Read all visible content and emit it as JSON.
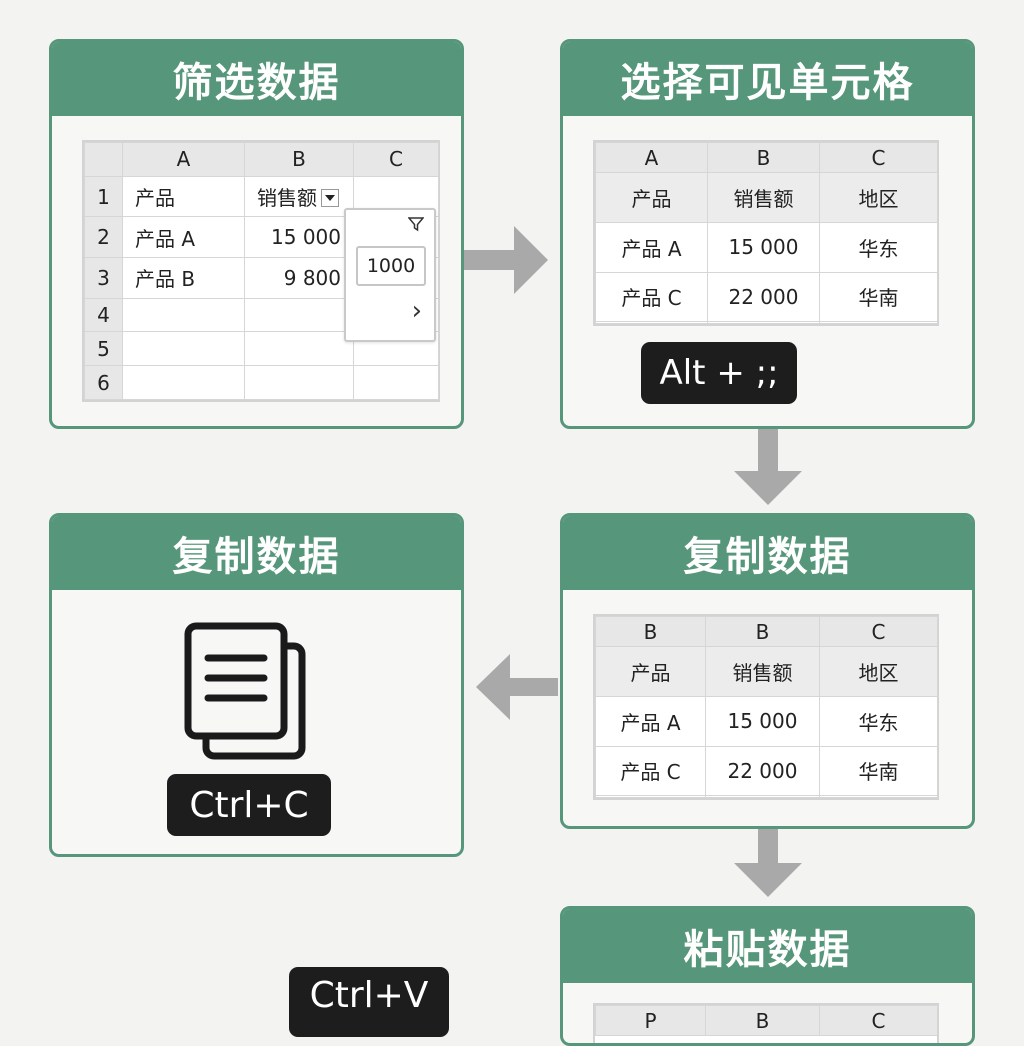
{
  "panels": {
    "filter": {
      "title": "筛选数据",
      "col_headers": [
        "A",
        "B",
        "C"
      ],
      "rows": [
        {
          "n": "1",
          "a": "产品",
          "b": "销售额"
        },
        {
          "n": "2",
          "a": "产品 A",
          "b": "15 000"
        },
        {
          "n": "3",
          "a": "产品 B",
          "b": "9 800"
        },
        {
          "n": "4",
          "a": "",
          "b": ""
        },
        {
          "n": "5",
          "a": "",
          "b": ""
        },
        {
          "n": "6",
          "a": "",
          "b": ""
        }
      ],
      "popup": {
        "filter_icon": "filter-icon",
        "value": "1000",
        "chevron": "›"
      }
    },
    "select_visible": {
      "title": "选择可见单元格",
      "col_headers": [
        "A",
        "B",
        "C"
      ],
      "header_row": [
        "产品",
        "销售额",
        "地区"
      ],
      "rows": [
        [
          "产品 A",
          "15 000",
          "华东"
        ],
        [
          "产品 C",
          "22 000",
          "华南"
        ]
      ],
      "shortcut": "Alt + ;;"
    },
    "copy_table": {
      "title": "复制数据",
      "col_headers": [
        "B",
        "B",
        "C"
      ],
      "header_row": [
        "产品",
        "销售额",
        "地区"
      ],
      "rows": [
        [
          "产品 A",
          "15 000",
          "华东"
        ],
        [
          "产品 C",
          "22 000",
          "华南"
        ]
      ]
    },
    "copy_icon": {
      "title": "复制数据",
      "icon": "copy-document-icon",
      "shortcut": "Ctrl+C"
    },
    "paste": {
      "title": "粘贴数据",
      "col_headers": [
        "P",
        "B",
        "C"
      ],
      "shortcut": "Ctrl+V"
    }
  },
  "colors": {
    "accent": "#56967a",
    "arrow": "#a9a9a9",
    "key_bg": "#1d1d1d"
  }
}
